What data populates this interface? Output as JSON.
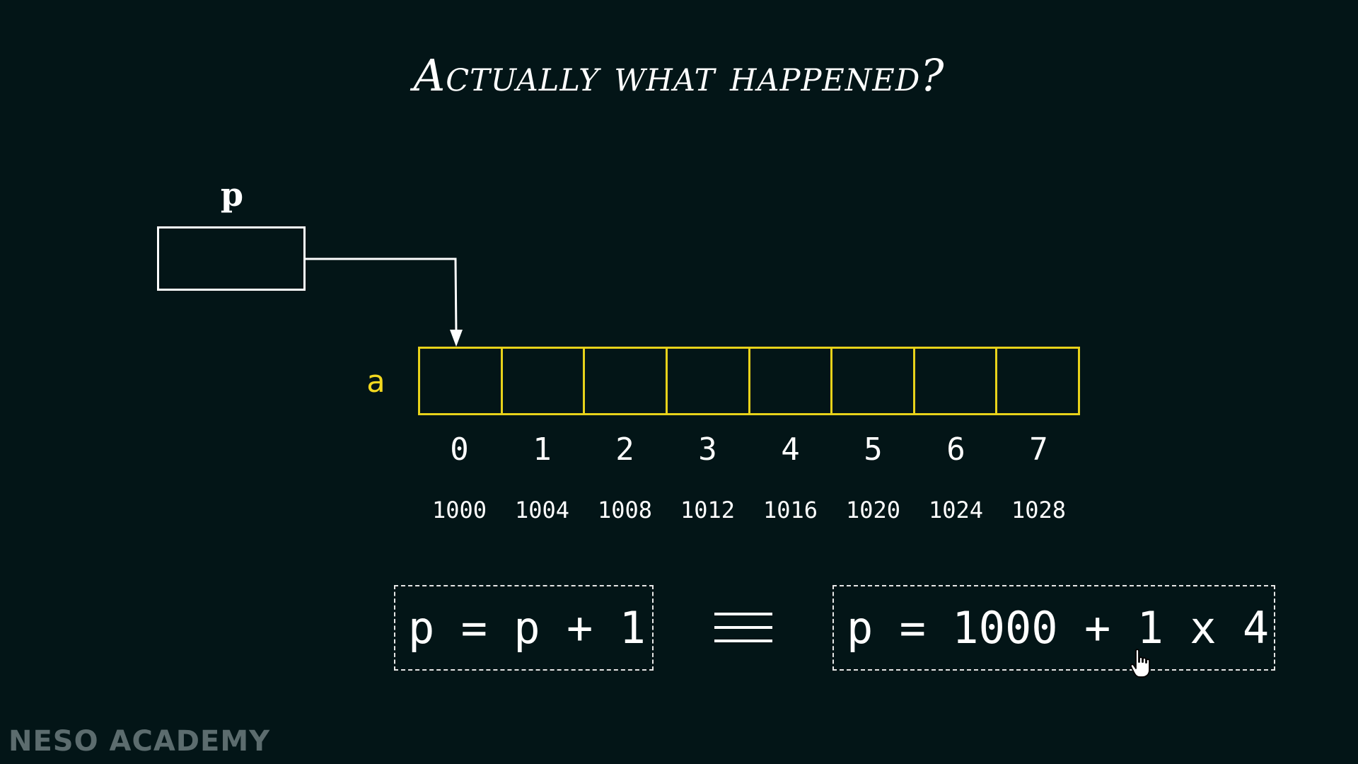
{
  "title": "Actually what happened?",
  "pointer": {
    "label": "p"
  },
  "array": {
    "label": "a",
    "indices": [
      "0",
      "1",
      "2",
      "3",
      "4",
      "5",
      "6",
      "7"
    ],
    "addresses": [
      "1000",
      "1004",
      "1008",
      "1012",
      "1016",
      "1020",
      "1024",
      "1028"
    ]
  },
  "equation": {
    "left": "p = p + 1",
    "right": "p = 1000 + 1 x 4",
    "equivalence_symbol": "triple-bar-icon"
  },
  "colors": {
    "background": "#031517",
    "array_outline": "#e8d21a",
    "array_label": "#f3d81f",
    "foreground": "#ffffff"
  },
  "watermark": "NESO ACADEMY"
}
